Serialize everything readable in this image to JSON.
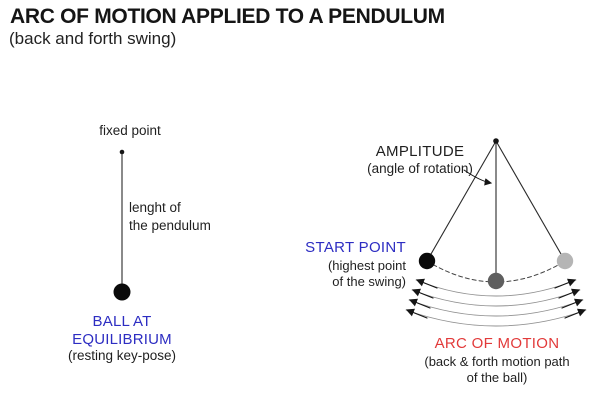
{
  "header": {
    "title": "ARC OF MOTION APPLIED TO A PENDULUM",
    "subtitle": "(back and forth swing)"
  },
  "colors": {
    "accent_blue": "#2d2dc2",
    "accent_red": "#e23a3a",
    "ink": "#1f1f1f",
    "ball_black": "#0a0a0a",
    "ball_gray": "#5f5f5f",
    "ball_light_gray": "#b5b5b5"
  },
  "left_diagram": {
    "fixed_point_label": "fixed point",
    "length_label": {
      "line1": "lenght of",
      "line2": "the pendulum"
    },
    "equilibrium_label": {
      "line1": "BALL AT",
      "line2": "EQUILIBRIUM"
    },
    "equilibrium_sublabel": "(resting key-pose)"
  },
  "right_diagram": {
    "amplitude_label": "AMPLITUDE",
    "amplitude_sublabel": "(angle of rotation)",
    "start_point_label": "START POINT",
    "start_point_sublabel": {
      "line1": "(highest point",
      "line2": "of the swing)"
    },
    "arc_of_motion_label": "ARC OF MOTION",
    "arc_of_motion_sublabel": {
      "line1": "(back & forth motion path",
      "line2": "of the ball)"
    }
  }
}
